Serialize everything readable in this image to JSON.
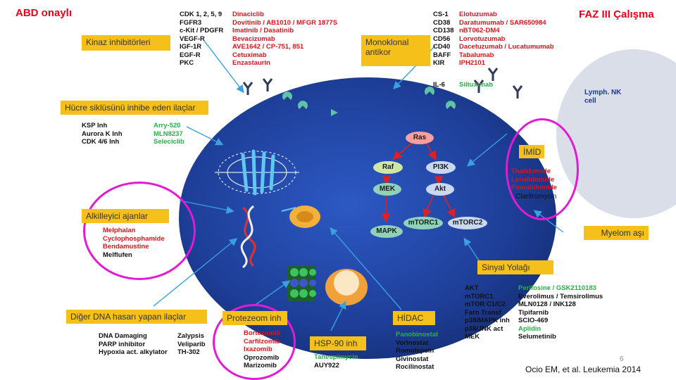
{
  "header": {
    "left": "ABD onaylı",
    "right": "FAZ III Çalışma"
  },
  "labels": {
    "kinase": "Kinaz inhibitörleri",
    "monoclonal": "Monoklonal antikor",
    "cellcycle": "Hücre siklüsünü inhibe eden ilaçlar",
    "imid": "İMİD",
    "alkyl": "Alkilleyici ajanlar",
    "myeloma": "Myelom aşı",
    "signal": "Sinyal Yolağı",
    "dna_damage": "Diğer DNA hasarı yapan ilaçlar",
    "proteasome": "Protezeom inh",
    "hdac": "HİDAC",
    "hsp90": "HSP-90 inh",
    "lymph": "Lymph. NK cell"
  },
  "kinase_list": {
    "targets": [
      "CDK 1, 2, 5, 9",
      "FGFR3",
      "c-Kit / PDGFR",
      "VEGF-R",
      "IGF-1R",
      "EGF-R",
      "PKC"
    ],
    "drugs": [
      "Dinaciclib",
      "Dovitinib / AB1010 / MFGR 1877S",
      "Imatinib / Dasatinib",
      "Bevacizumab",
      "AVE1642 / CP-751, 851",
      "Cetuximab",
      "Enzastaurin"
    ]
  },
  "antibody_list": {
    "targets": [
      "CS-1",
      "CD38",
      "CD138",
      "CD56",
      "CD40",
      "BAFF",
      "KIR"
    ],
    "drugs": [
      "Elotuzumab",
      "Daratumumab / SAR650984",
      "nBT062-DM4",
      "Lorvotuzumab",
      "Dacetuzumab / Lucatumumab",
      "Tabalumab",
      "IPH2101"
    ],
    "il6_target": "IL-6",
    "il6_drug": "Siltuximab"
  },
  "cellcycle_list": {
    "targets": [
      "KSP Inh",
      "Aurora K Inh",
      "CDK 4/6 Inh"
    ],
    "drugs": [
      "Arry-520",
      "MLN8237",
      "Seleciclib"
    ]
  },
  "imid_list": [
    "Thalidomide",
    "Lenalidomide",
    "Pomalidomide"
  ],
  "claritro": "Claritromycin",
  "alkyl_list": [
    "Melphalan",
    "Cyclophosphamide",
    "Bendamustine",
    "Melflufen"
  ],
  "pathway": {
    "ras": "Ras",
    "raf": "Raf",
    "pi3k": "PI3K",
    "mek": "MEK",
    "akt": "Akt",
    "mtorc1": "mTORC1",
    "mtorc2": "mTORC2",
    "mapk": "MAPK"
  },
  "signal_list": {
    "targets": [
      "AKT",
      "mTORC1",
      "mTOR C1/C2",
      "Farn Transf",
      "p38/MAPK inh",
      "p38/JNK act",
      "MEK"
    ],
    "drugs": [
      "Perifosine / GSK2110183",
      "Everolimus / Temsirolimus",
      "MLN0128 / INK128",
      "Tipifarnib",
      "SCIO-469",
      "Aplidin",
      "Selumetinib"
    ]
  },
  "dna_list": {
    "targets": [
      "DNA Damaging",
      "PARP inhibitor",
      "Hypoxia act. alkylator"
    ],
    "drugs": [
      "Zalypsis",
      "Veliparib",
      "TH-302"
    ]
  },
  "proteasome_list": [
    "Bortezomib",
    "Carfilzomib",
    "Ixazomib",
    "Oprozomib",
    "Marizomib"
  ],
  "hsp_list": [
    "Tanespimycin",
    "AUY922"
  ],
  "hdac_list": [
    "Panobinostat",
    "Vorinostat",
    "Romidepsin",
    "Givinostat",
    "Rocilinostat"
  ],
  "footer": {
    "page": "6",
    "citation": "Ocio EM, et al. Leukemia 2014"
  },
  "colors": {
    "cell_blue": "#1e3f99",
    "tag_yellow": "#f6c01a",
    "approved_red": "#d8141c",
    "phase3_green": "#25b14a",
    "circle_magenta": "#e31ad3"
  }
}
